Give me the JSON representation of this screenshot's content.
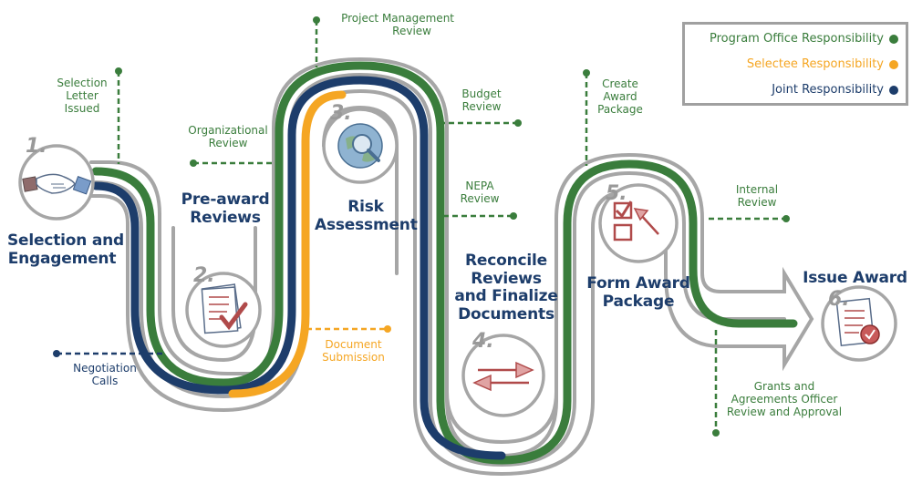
{
  "legend": {
    "items": [
      {
        "label": "Program Office Responsibility",
        "color": "#3a7d3c"
      },
      {
        "label": "Selectee Responsibility",
        "color": "#f5a623"
      },
      {
        "label": "Joint Responsibility",
        "color": "#1d3d6b"
      }
    ]
  },
  "steps": [
    {
      "number": "1.",
      "title_line1": "Selection and",
      "title_line2": "Engagement",
      "icon": "handshake-icon"
    },
    {
      "number": "2.",
      "title_line1": "Pre-award",
      "title_line2": "Reviews",
      "icon": "checklist-document-icon"
    },
    {
      "number": "3.",
      "title_line1": "Risk",
      "title_line2": "Assessment",
      "icon": "globe-magnifier-icon"
    },
    {
      "number": "4.",
      "title_line1": "Reconcile",
      "title_line2": "Reviews",
      "title_line3": "and Finalize",
      "title_line4": "Documents",
      "icon": "exchange-arrows-icon"
    },
    {
      "number": "5.",
      "title_line1": "Form Award",
      "title_line2": "Package",
      "icon": "checkbox-arrow-icon"
    },
    {
      "number": "6.",
      "title_line1": "Issue Award",
      "icon": "certificate-document-icon"
    }
  ],
  "milestones": {
    "selection_letter": {
      "line1": "Selection",
      "line2": "Letter",
      "line3": "Issued"
    },
    "negotiation_calls": {
      "line1": "Negotiation",
      "line2": "Calls"
    },
    "organizational_review": {
      "line1": "Organizational",
      "line2": "Review"
    },
    "project_management_review": {
      "line1": "Project Management",
      "line2": "Review"
    },
    "document_submission": {
      "line1": "Document",
      "line2": "Submission"
    },
    "budget_review": {
      "line1": "Budget",
      "line2": "Review"
    },
    "nepa_review": {
      "line1": "NEPA",
      "line2": "Review"
    },
    "create_award_package": {
      "line1": "Create",
      "line2": "Award",
      "line3": "Package"
    },
    "internal_review": {
      "line1": "Internal",
      "line2": "Review"
    },
    "gao_review": {
      "line1": "Grants and",
      "line2": "Agreements Officer",
      "line3": "Review and Approval"
    }
  }
}
